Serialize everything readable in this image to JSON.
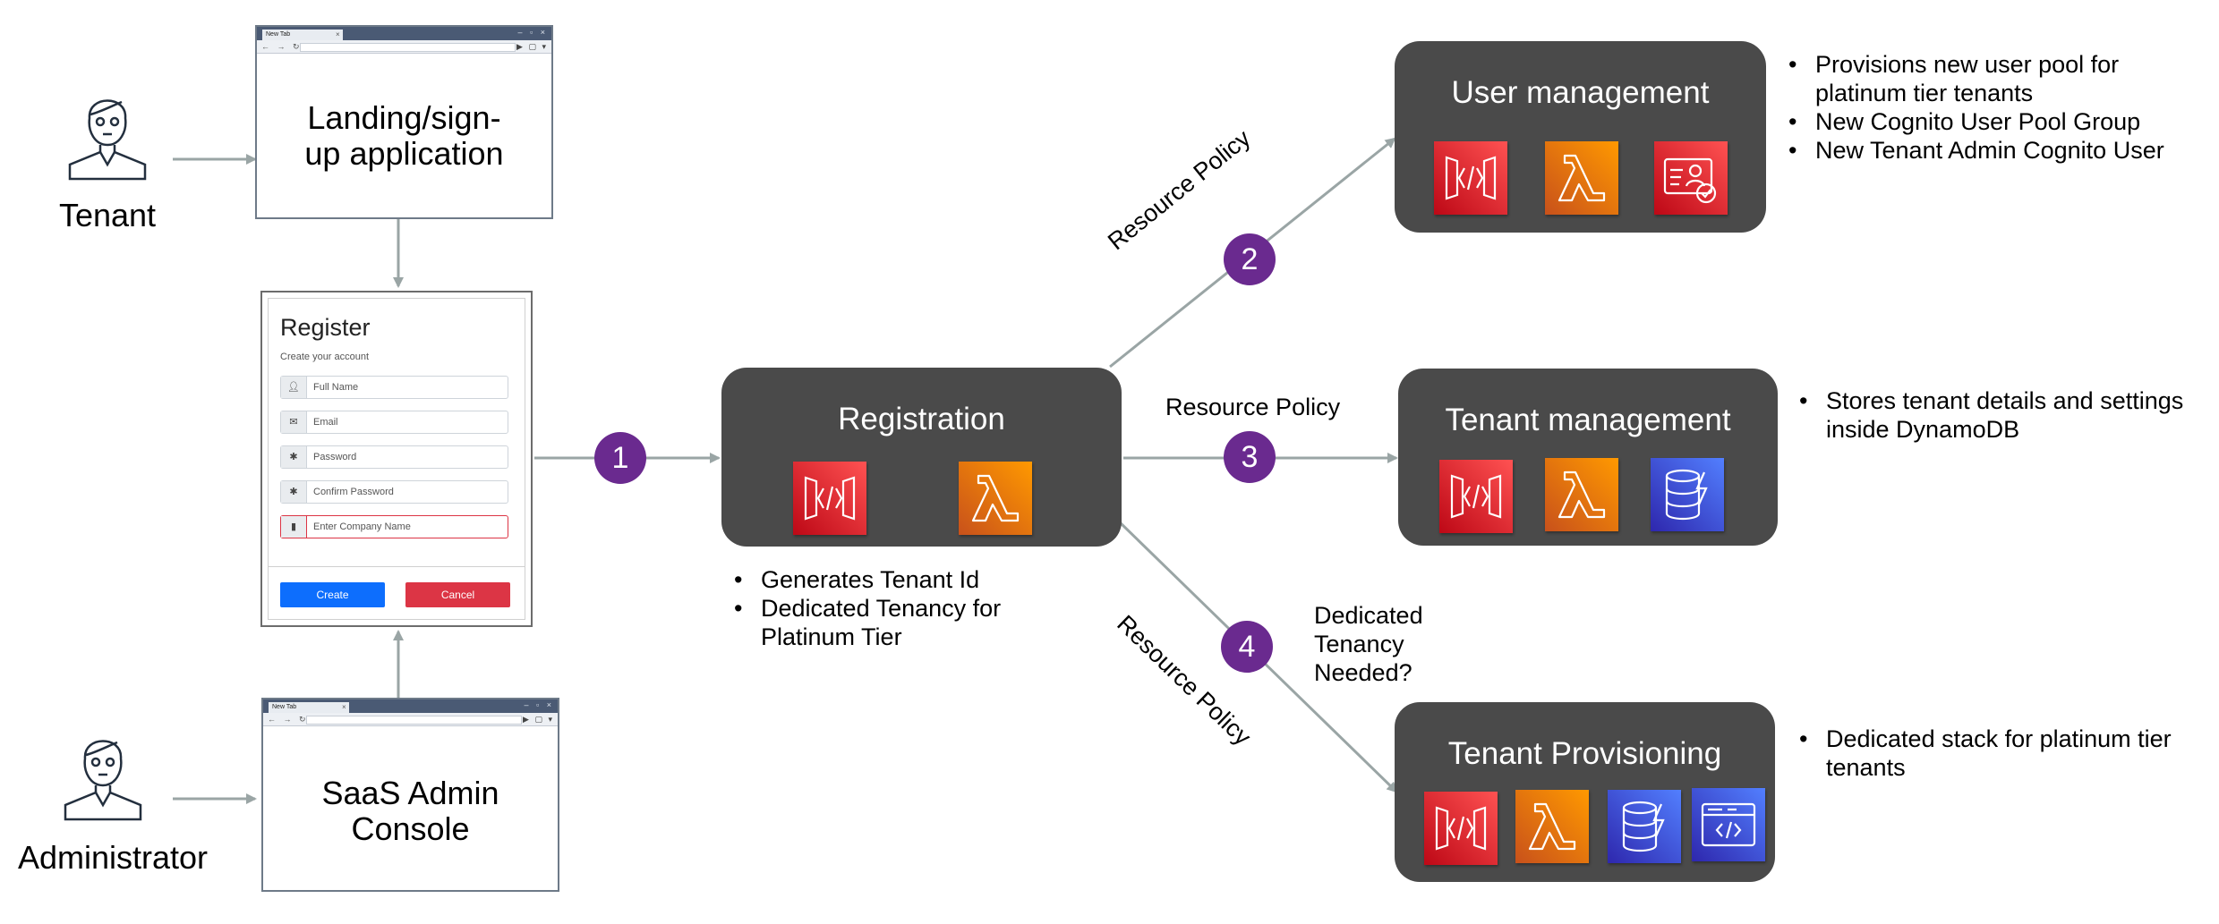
{
  "actors": {
    "tenant": "Tenant",
    "administrator": "Administrator"
  },
  "browsers": {
    "tab_label": "New Tab",
    "landing_title": "Landing/sign-\nup application",
    "admin_title": "SaaS Admin\nConsole"
  },
  "register_form": {
    "title": "Register",
    "subtitle": "Create your account",
    "fields": [
      {
        "icon": "user-icon",
        "placeholder": "Full Name"
      },
      {
        "icon": "envelope-icon",
        "placeholder": "Email"
      },
      {
        "icon": "asterisk-icon",
        "placeholder": "Password"
      },
      {
        "icon": "asterisk-icon",
        "placeholder": "Confirm Password"
      },
      {
        "icon": "building-icon",
        "placeholder": "Enter Company Name"
      }
    ],
    "create_label": "Create",
    "cancel_label": "Cancel"
  },
  "steps": [
    "1",
    "2",
    "3",
    "4"
  ],
  "services": {
    "registration": {
      "title": "Registration",
      "icons": [
        "api-gateway-icon",
        "lambda-icon"
      ],
      "bullets": [
        "Generates Tenant Id",
        "Dedicated Tenancy for Platinum Tier"
      ]
    },
    "user_management": {
      "title": "User management",
      "icons": [
        "api-gateway-icon",
        "lambda-icon",
        "cognito-icon"
      ],
      "bullets": [
        "Provisions new user pool for platinum tier tenants",
        "New Cognito User Pool Group",
        "New Tenant Admin Cognito User"
      ]
    },
    "tenant_management": {
      "title": "Tenant management",
      "icons": [
        "api-gateway-icon",
        "lambda-icon",
        "dynamodb-icon"
      ],
      "bullets": [
        "Stores tenant details and settings inside DynamoDB"
      ]
    },
    "tenant_provisioning": {
      "title": "Tenant Provisioning",
      "icons": [
        "api-gateway-icon",
        "lambda-icon",
        "dynamodb-icon",
        "codepipeline-icon"
      ],
      "bullets": [
        "Dedicated stack for platinum tier tenants"
      ]
    }
  },
  "edge_labels": {
    "policy_2": "Resource Policy",
    "policy_3": "Resource Policy",
    "policy_4": "Resource Policy",
    "dedicated_question": "Dedicated\nTenancy\nNeeded?"
  },
  "colors": {
    "service_box": "#4a4a4a",
    "step_circle": "#6a2a8f",
    "connector": "#9aa5a5",
    "api_gateway": "#e7157b",
    "lambda": "#ff9900",
    "dynamodb": "#527fff",
    "create_button": "#0d6efd",
    "cancel_button": "#dc3545"
  }
}
